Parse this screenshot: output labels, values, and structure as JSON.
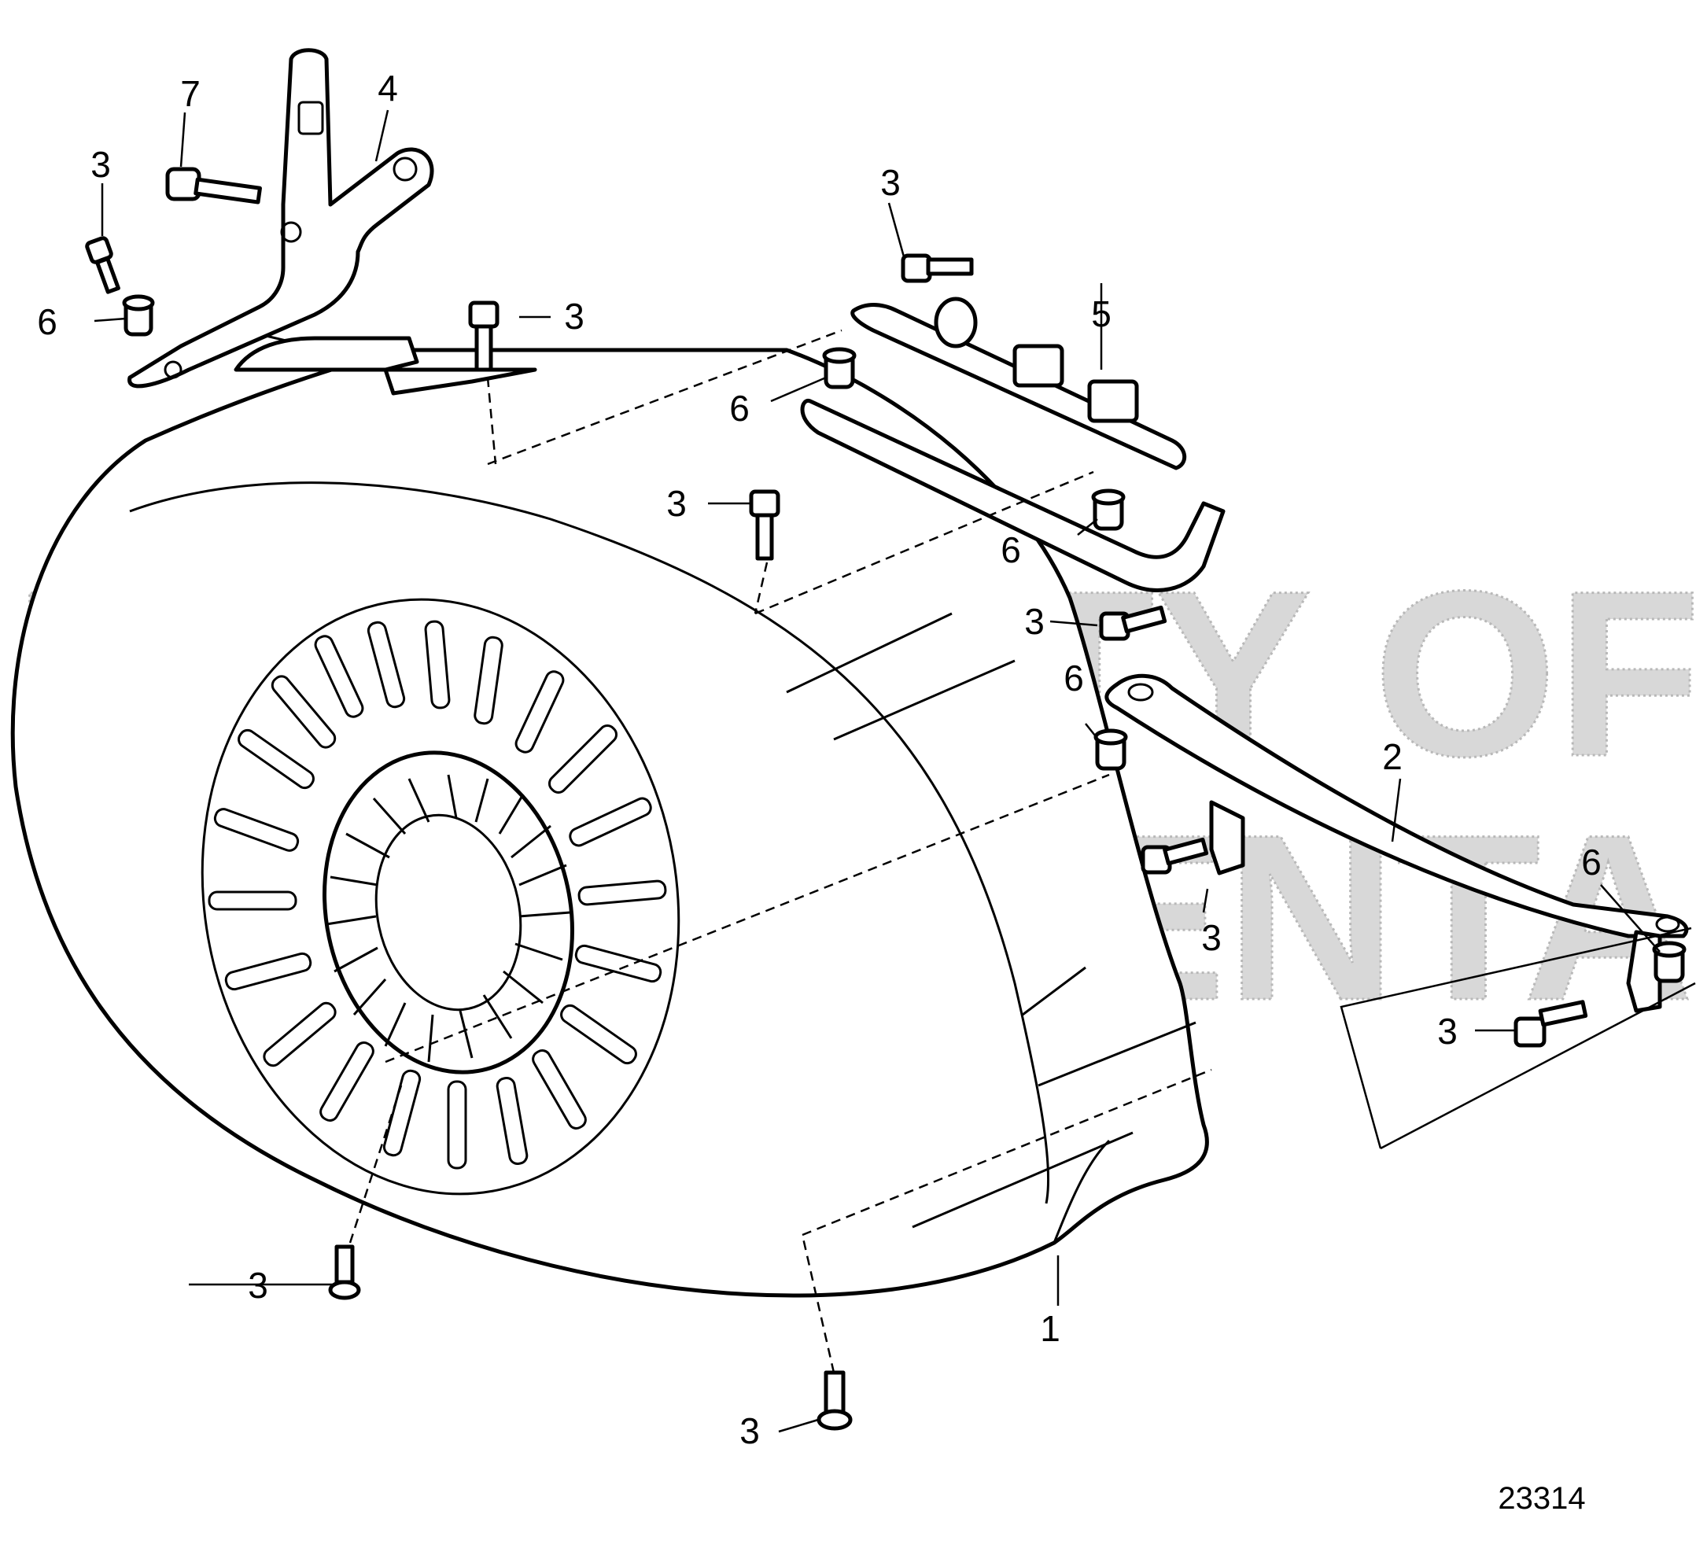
{
  "diagram": {
    "watermark": {
      "line1": "PROPERTY OF",
      "line2": "VOLVO PENTA"
    },
    "figure_number": "23314",
    "callouts": {
      "c_cover": "1",
      "c_strap": "2",
      "c_bolt_top_left": "3",
      "c_bolt_top_center": "3",
      "c_bolt_top_bracket": "3",
      "c_bolt_mid": "3",
      "c_bolt_side": "3",
      "c_bolt_right_lower": "3",
      "c_bolt_strap": "3",
      "c_bolt_bottom_left": "3",
      "c_bolt_bottom": "3",
      "c_bracket_left": "4",
      "c_bracket_right": "5",
      "c_bush_left": "6",
      "c_bush_top": "6",
      "c_bush_mid": "6",
      "c_bush_side": "6",
      "c_bush_far_right": "6",
      "c_screw_bracket": "7"
    }
  }
}
